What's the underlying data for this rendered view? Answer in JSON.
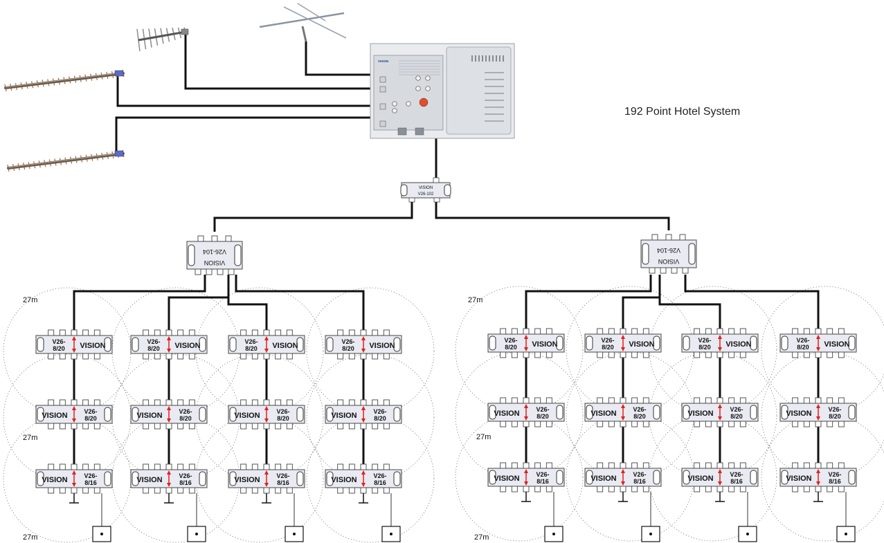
{
  "title": "192 Point Hotel System",
  "amplifier": {
    "brand": "VISION"
  },
  "splitter_main": {
    "brand": "VISION",
    "model": "V26-102"
  },
  "splitter_branch": {
    "brand": "VISION",
    "model": "V26-104"
  },
  "tap_top": {
    "brand": "VISION",
    "model_line1": "V26-",
    "model_line2": "8/20"
  },
  "tap_mid": {
    "brand": "VISION",
    "model_line1": "V26-",
    "model_line2": "8/20"
  },
  "tap_bottom": {
    "brand": "VISION",
    "model_line1": "V26-",
    "model_line2": "8/16"
  },
  "distance_label": "27m",
  "colors": {
    "cable": "#111111",
    "arrow": "#e0201c",
    "device_body": "#e9eaf2",
    "coverage": "#6a6a6a"
  }
}
